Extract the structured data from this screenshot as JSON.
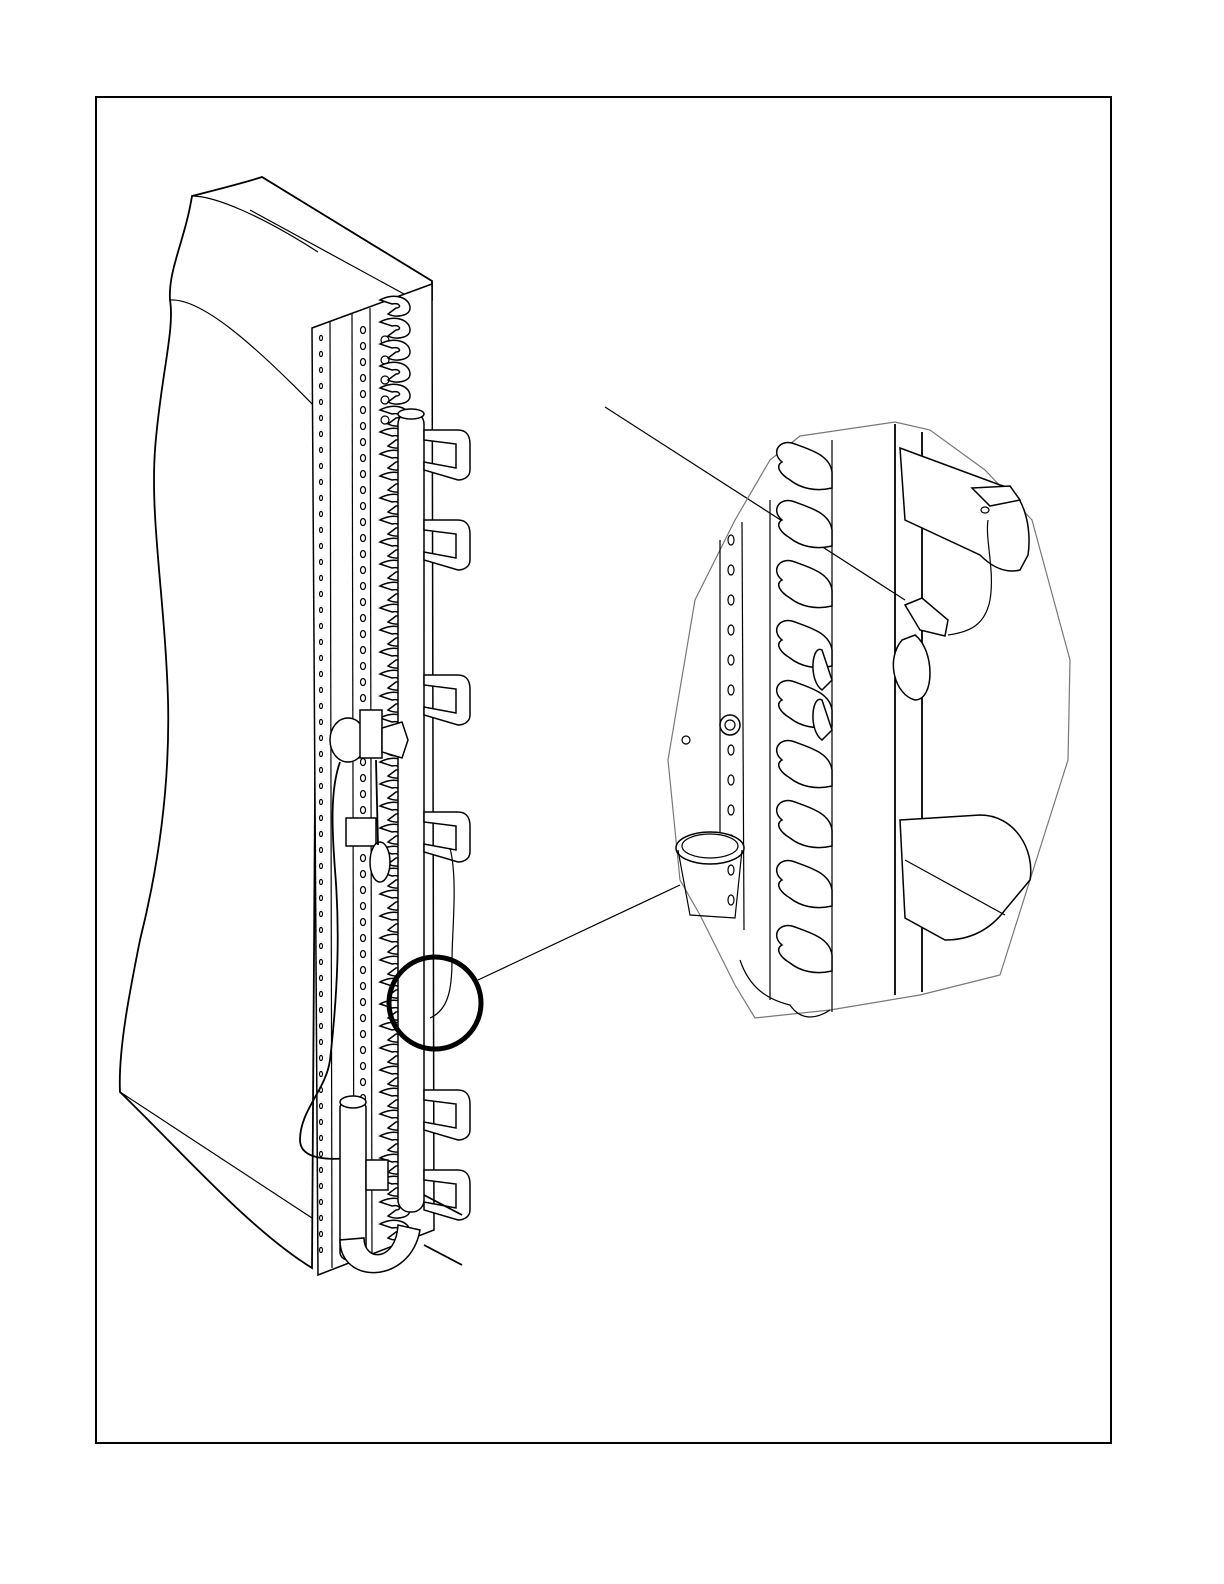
{
  "figure": {
    "kind": "technical-illustration",
    "subject": "evaporator-coil",
    "callout_count": 1,
    "colors": {
      "line": "#000000",
      "paper": "#ffffff",
      "detail_outline": "#777777"
    }
  }
}
